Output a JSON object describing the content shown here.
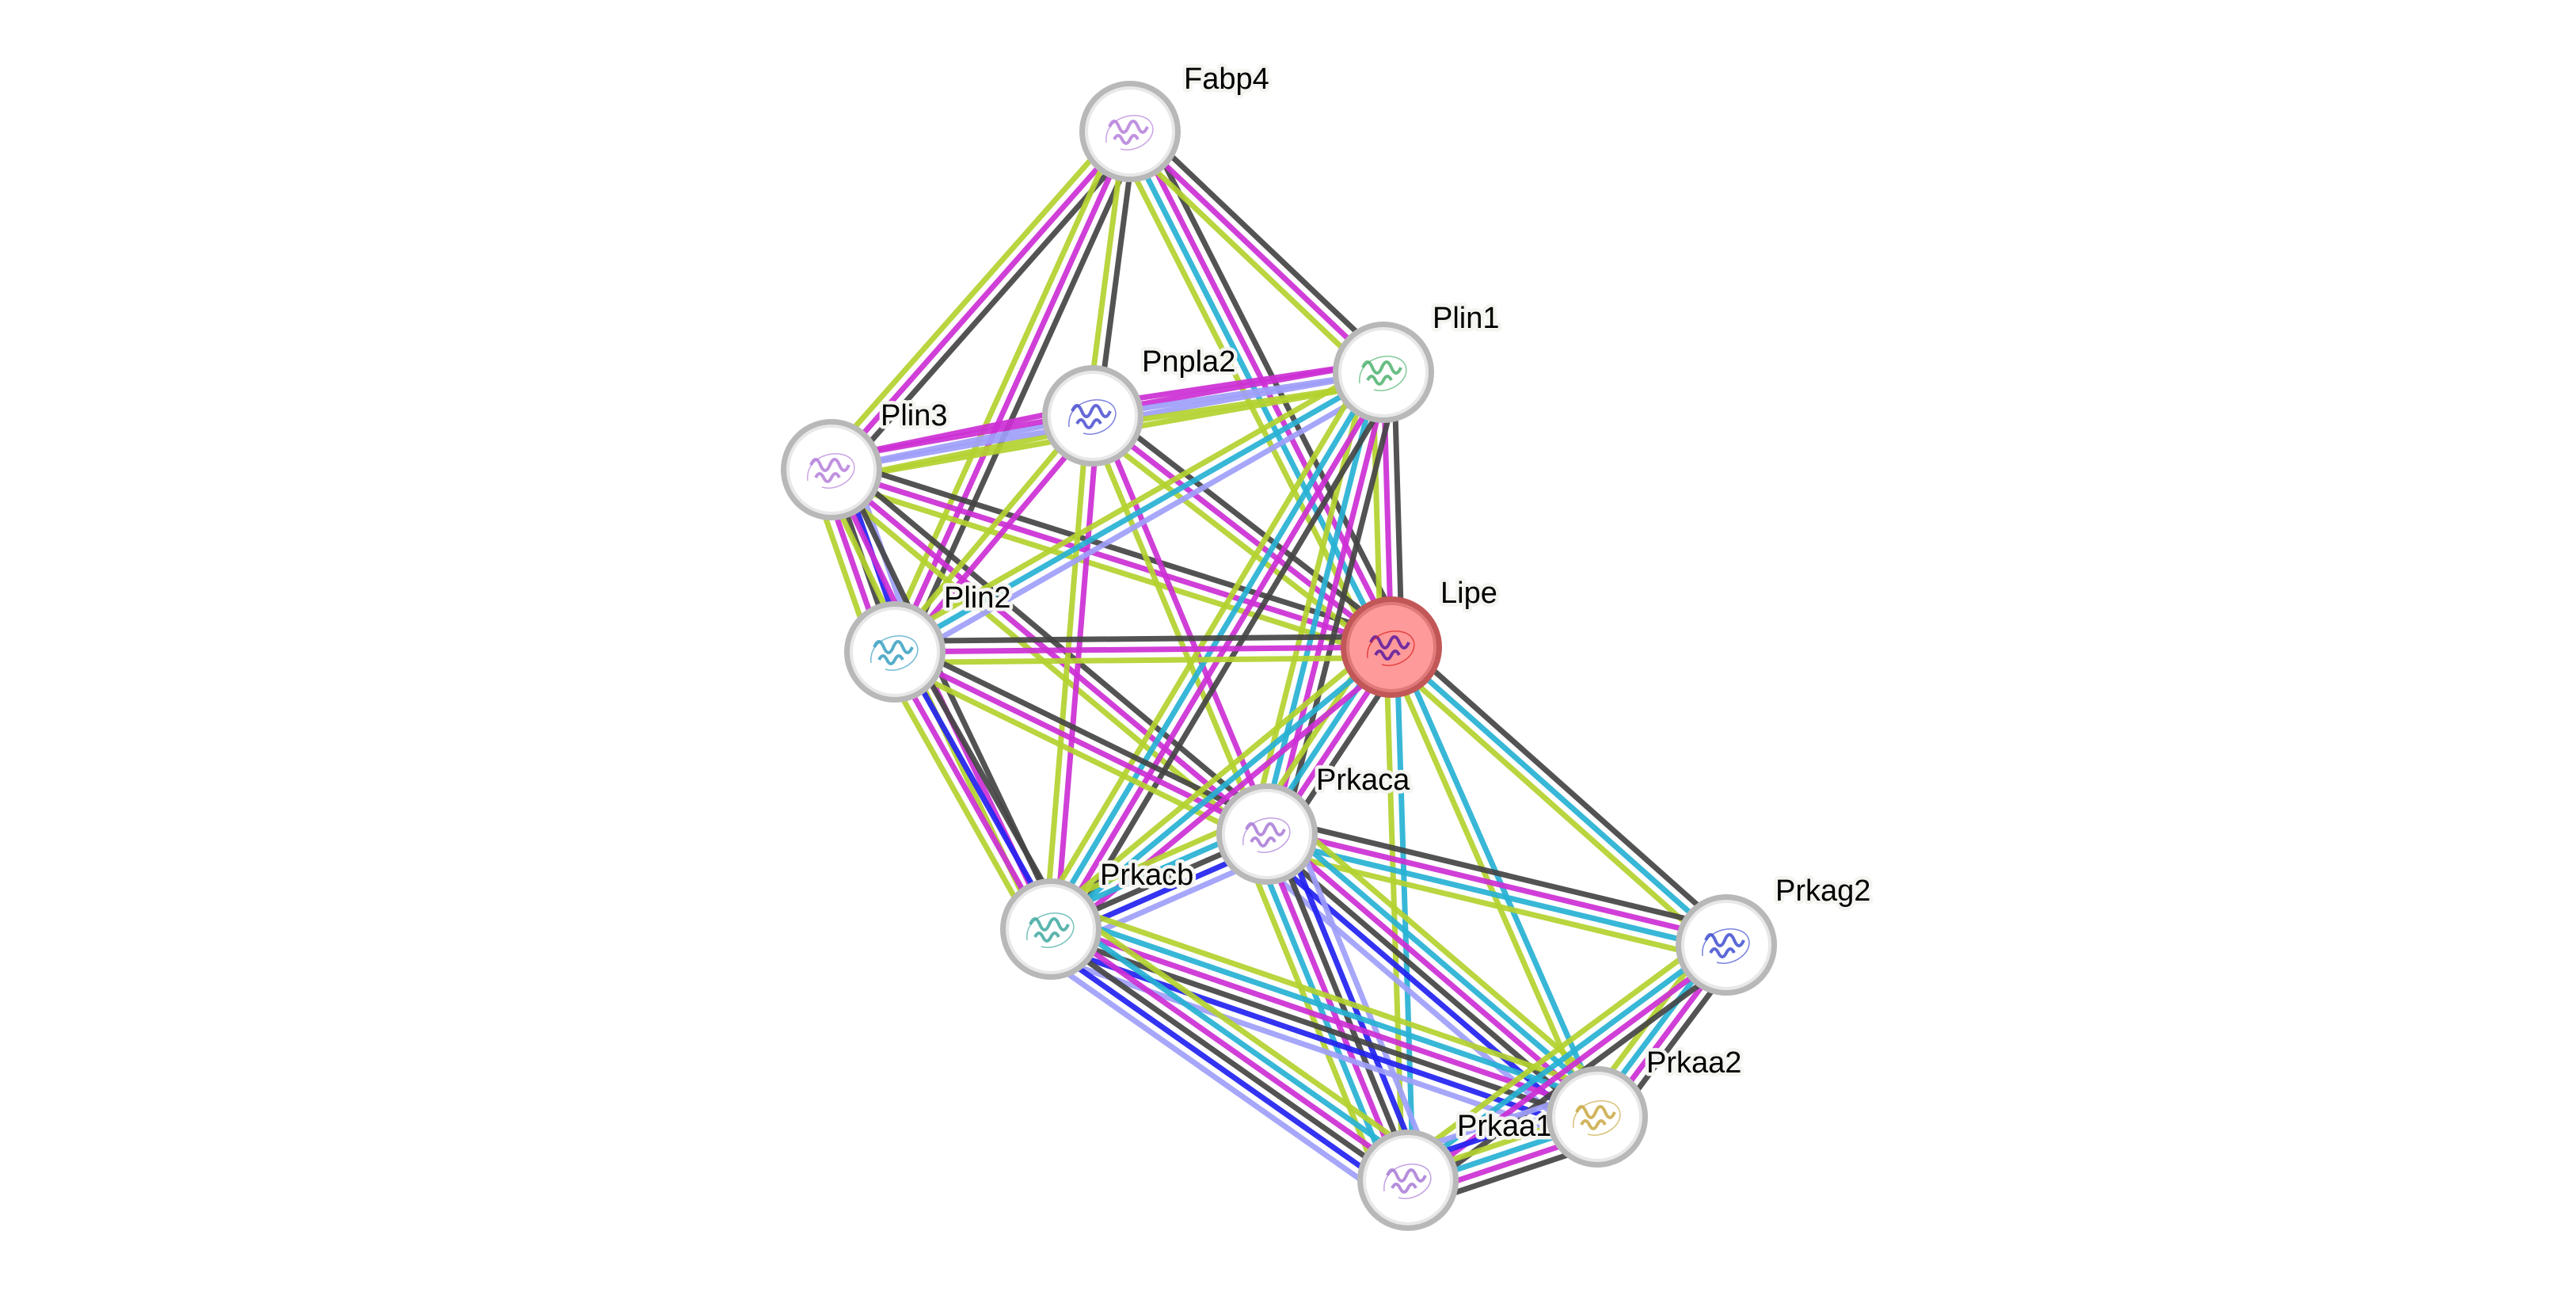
{
  "title": "Protein interaction network",
  "evidence_colors": {
    "coexpression": "#444444",
    "experiments": "#cc2fd4",
    "textmining": "#b3d12f",
    "databases": "#27b1d4",
    "cooccurrence": "#2222f0",
    "homology": "#9e9efa"
  },
  "node_style": {
    "ring_color": "#b8b8b8",
    "fill_color": "#ffffff",
    "query_fill_color": "#ff9a9a",
    "query_ring_color": "#c25757"
  },
  "nodes": [
    {
      "id": "Fabp4",
      "label": "Fabp4",
      "query": false,
      "structure_color": "#b57fd9"
    },
    {
      "id": "Plin1",
      "label": "Plin1",
      "query": false,
      "structure_color": "#4fb36f"
    },
    {
      "id": "Pnpla2",
      "label": "Pnpla2",
      "query": false,
      "structure_color": "#4a4fd0"
    },
    {
      "id": "Plin3",
      "label": "Plin3",
      "query": false,
      "structure_color": "#b57fd9"
    },
    {
      "id": "Plin2",
      "label": "Plin2",
      "query": false,
      "structure_color": "#3aa0c0"
    },
    {
      "id": "Lipe",
      "label": "Lipe",
      "query": true,
      "structure_color": "#5a1aa0"
    },
    {
      "id": "Prkaca",
      "label": "Prkaca",
      "query": false,
      "structure_color": "#a87ad6"
    },
    {
      "id": "Prkacb",
      "label": "Prkacb",
      "query": false,
      "structure_color": "#3fa8a0"
    },
    {
      "id": "Prkag2",
      "label": "Prkag2",
      "query": false,
      "structure_color": "#3f4fd0"
    },
    {
      "id": "Prkaa2",
      "label": "Prkaa2",
      "query": false,
      "structure_color": "#c9a843"
    },
    {
      "id": "Prkaa1",
      "label": "Prkaa1",
      "query": false,
      "structure_color": "#a87ad6"
    }
  ],
  "edges": [
    {
      "source": "Fabp4",
      "target": "Plin3",
      "evidence": [
        "coexpression",
        "experiments",
        "textmining"
      ]
    },
    {
      "source": "Fabp4",
      "target": "Plin2",
      "evidence": [
        "coexpression",
        "experiments",
        "textmining"
      ]
    },
    {
      "source": "Fabp4",
      "target": "Pnpla2",
      "evidence": [
        "coexpression",
        "textmining"
      ]
    },
    {
      "source": "Fabp4",
      "target": "Lipe",
      "evidence": [
        "coexpression",
        "experiments",
        "databases",
        "textmining"
      ]
    },
    {
      "source": "Fabp4",
      "target": "Plin1",
      "evidence": [
        "coexpression",
        "experiments",
        "textmining"
      ]
    },
    {
      "source": "Plin3",
      "target": "Pnpla2",
      "evidence": [
        "experiments",
        "homology",
        "textmining"
      ]
    },
    {
      "source": "Plin3",
      "target": "Plin1",
      "evidence": [
        "experiments",
        "homology",
        "textmining"
      ]
    },
    {
      "source": "Plin3",
      "target": "Plin2",
      "evidence": [
        "homology",
        "cooccurrence",
        "coexpression",
        "experiments",
        "textmining"
      ]
    },
    {
      "source": "Plin3",
      "target": "Lipe",
      "evidence": [
        "coexpression",
        "experiments",
        "textmining"
      ]
    },
    {
      "source": "Plin3",
      "target": "Prkaca",
      "evidence": [
        "coexpression",
        "experiments",
        "textmining"
      ]
    },
    {
      "source": "Plin3",
      "target": "Prkacb",
      "evidence": [
        "coexpression",
        "experiments",
        "textmining"
      ]
    },
    {
      "source": "Pnpla2",
      "target": "Plin1",
      "evidence": [
        "experiments",
        "homology",
        "textmining"
      ]
    },
    {
      "source": "Pnpla2",
      "target": "Plin2",
      "evidence": [
        "experiments",
        "textmining"
      ]
    },
    {
      "source": "Pnpla2",
      "target": "Lipe",
      "evidence": [
        "coexpression",
        "experiments",
        "textmining"
      ]
    },
    {
      "source": "Pnpla2",
      "target": "Prkaca",
      "evidence": [
        "experiments",
        "textmining"
      ]
    },
    {
      "source": "Pnpla2",
      "target": "Prkacb",
      "evidence": [
        "experiments",
        "textmining"
      ]
    },
    {
      "source": "Plin1",
      "target": "Plin2",
      "evidence": [
        "homology",
        "databases",
        "textmining"
      ]
    },
    {
      "source": "Plin1",
      "target": "Lipe",
      "evidence": [
        "coexpression",
        "experiments",
        "textmining"
      ]
    },
    {
      "source": "Plin1",
      "target": "Prkaca",
      "evidence": [
        "coexpression",
        "experiments",
        "databases",
        "textmining"
      ]
    },
    {
      "source": "Plin1",
      "target": "Prkacb",
      "evidence": [
        "coexpression",
        "experiments",
        "databases",
        "textmining"
      ]
    },
    {
      "source": "Plin2",
      "target": "Lipe",
      "evidence": [
        "coexpression",
        "experiments",
        "textmining"
      ]
    },
    {
      "source": "Plin2",
      "target": "Prkaca",
      "evidence": [
        "coexpression",
        "experiments",
        "textmining"
      ]
    },
    {
      "source": "Plin2",
      "target": "Prkacb",
      "evidence": [
        "coexpression",
        "cooccurrence",
        "experiments",
        "textmining"
      ]
    },
    {
      "source": "Lipe",
      "target": "Prkaca",
      "evidence": [
        "coexpression",
        "experiments",
        "databases",
        "textmining"
      ]
    },
    {
      "source": "Lipe",
      "target": "Prkacb",
      "evidence": [
        "experiments",
        "databases",
        "textmining"
      ]
    },
    {
      "source": "Lipe",
      "target": "Prkag2",
      "evidence": [
        "coexpression",
        "databases",
        "textmining"
      ]
    },
    {
      "source": "Lipe",
      "target": "Prkaa2",
      "evidence": [
        "databases",
        "textmining"
      ]
    },
    {
      "source": "Lipe",
      "target": "Prkaa1",
      "evidence": [
        "databases",
        "textmining"
      ]
    },
    {
      "source": "Prkaca",
      "target": "Prkacb",
      "evidence": [
        "homology",
        "cooccurrence",
        "coexpression",
        "databases",
        "textmining"
      ]
    },
    {
      "source": "Prkaca",
      "target": "Prkag2",
      "evidence": [
        "coexpression",
        "experiments",
        "databases",
        "textmining"
      ]
    },
    {
      "source": "Prkaca",
      "target": "Prkaa2",
      "evidence": [
        "textmining",
        "databases",
        "experiments",
        "coexpression",
        "cooccurrence",
        "homology"
      ]
    },
    {
      "source": "Prkaca",
      "target": "Prkaa1",
      "evidence": [
        "homology",
        "cooccurrence",
        "coexpression",
        "experiments",
        "databases",
        "textmining"
      ]
    },
    {
      "source": "Prkacb",
      "target": "Prkaa2",
      "evidence": [
        "textmining",
        "databases",
        "experiments",
        "coexpression",
        "cooccurrence",
        "homology"
      ]
    },
    {
      "source": "Prkacb",
      "target": "Prkaa1",
      "evidence": [
        "textmining",
        "databases",
        "experiments",
        "coexpression",
        "cooccurrence",
        "homology"
      ]
    },
    {
      "source": "Prkag2",
      "target": "Prkaa2",
      "evidence": [
        "coexpression",
        "experiments",
        "databases",
        "textmining"
      ]
    },
    {
      "source": "Prkag2",
      "target": "Prkaa1",
      "evidence": [
        "coexpression",
        "experiments",
        "databases",
        "textmining"
      ]
    },
    {
      "source": "Prkaa2",
      "target": "Prkaa1",
      "evidence": [
        "coexpression",
        "experiments",
        "databases",
        "textmining",
        "cooccurrence",
        "homology"
      ]
    }
  ]
}
